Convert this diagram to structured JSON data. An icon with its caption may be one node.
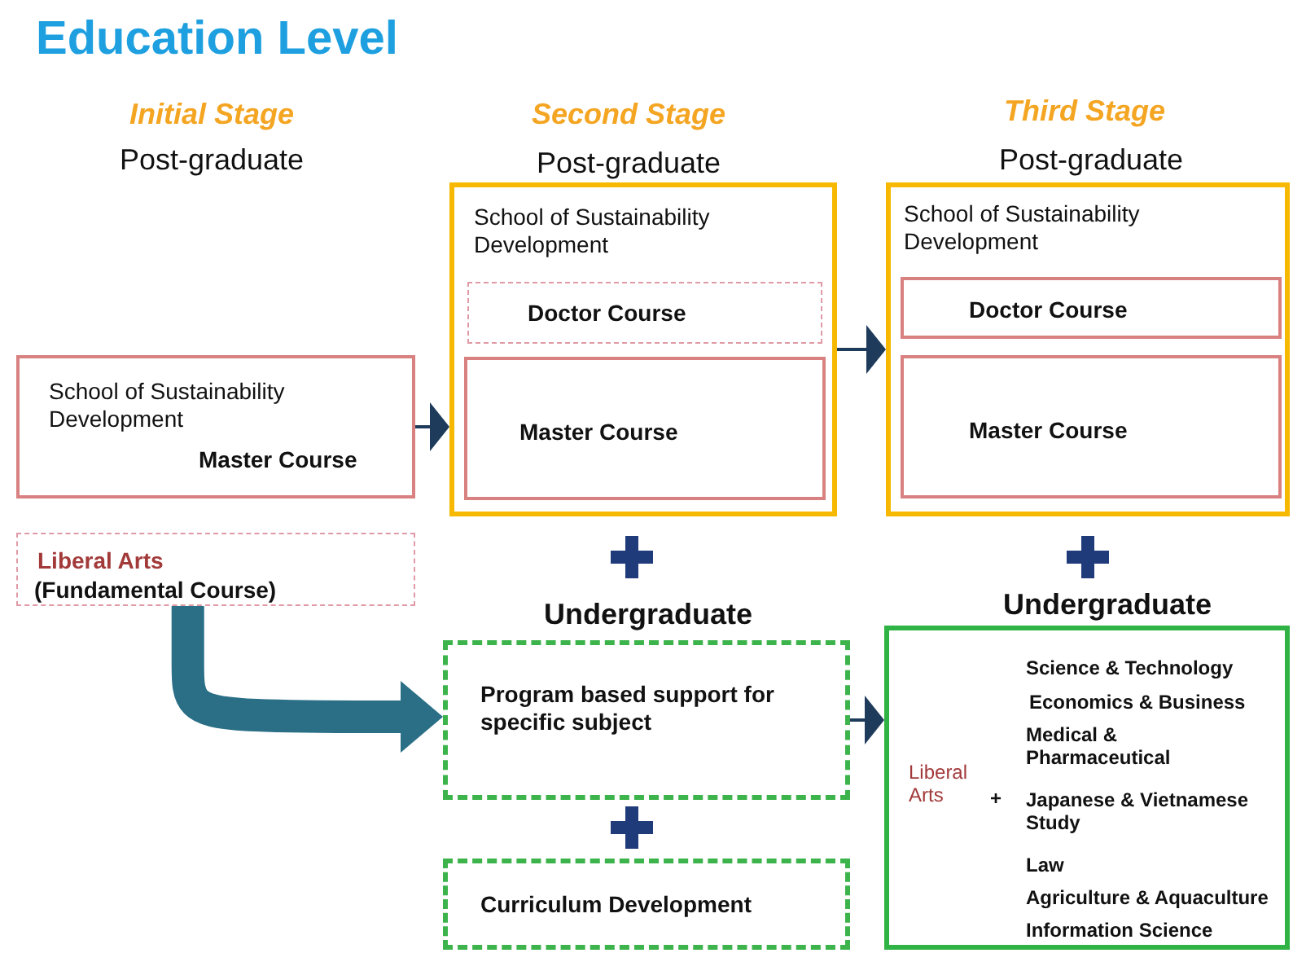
{
  "diagram": {
    "title": "Education Level",
    "nodes": [
      {
        "text": [
          "School of Sustainability Development",
          "Master Course"
        ]
      },
      {
        "text": [
          "Liberal Arts",
          "(Fundamental Course)"
        ]
      },
      {
        "text": [
          "School of Sustainability Development"
        ]
      },
      {
        "text": [
          "Doctor Course"
        ],
        "in": 2
      },
      {
        "text": [
          "Master Course"
        ],
        "in": 2
      },
      {
        "text": [
          "School of Sustainability Development"
        ]
      },
      {
        "text": [
          "Doctor Course"
        ],
        "in": 5
      },
      {
        "text": [
          "Master Course"
        ],
        "in": 5
      },
      {
        "text": [
          "Program based support for specific subject"
        ]
      },
      {
        "text": [
          "Curriculum Development"
        ]
      },
      {
        "text": [
          "Liberal Arts",
          "+",
          "Science & Technology",
          "Economics & Business",
          "Medical & Pharmaceutical",
          "Japanese & Vietnamese Study",
          "Law",
          "Agriculture & Aquaculture",
          "Information Science"
        ]
      }
    ],
    "edges": [
      {
        "from": 0,
        "to": 2,
        "arrow": "to"
      },
      {
        "from": 1,
        "to": 8,
        "arrow": "to",
        "style": "thick",
        "color": "#2a6f86"
      },
      {
        "from": 2,
        "to": 5,
        "arrow": "to"
      },
      {
        "from": 8,
        "to": 10,
        "arrow": "to"
      }
    ],
    "labels": [
      "Initial Stage",
      "Second Stage",
      "Third Stage",
      "Post-graduate",
      "Post-graduate",
      "Post-graduate",
      "Undergraduate",
      "Undergraduate"
    ]
  }
}
